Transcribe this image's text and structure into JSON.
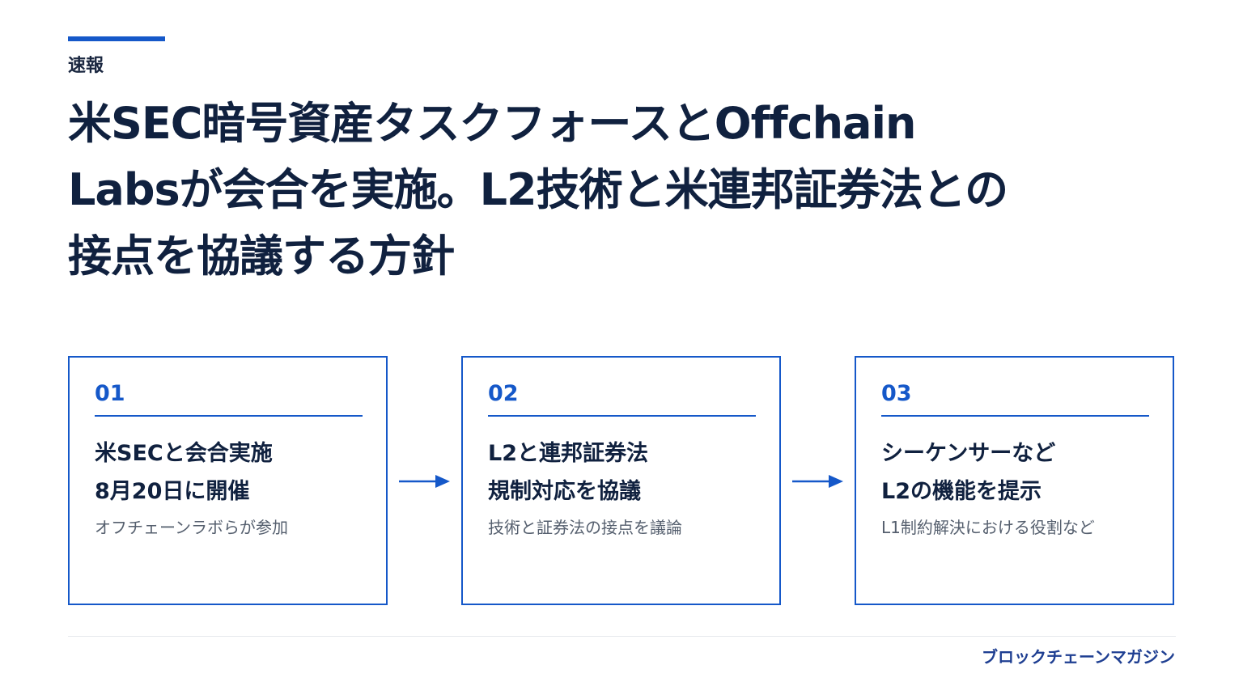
{
  "header": {
    "category": "速報",
    "headline": "米SEC暗号資産タスクフォースとOffchain Labsが会合を実施。L2技術と米連邦証券法との接点を協議する方針"
  },
  "steps": [
    {
      "number": "01",
      "title_line1": "米SECと会合実施",
      "title_line2": "8月20日に開催",
      "description": "オフチェーンラボらが参加"
    },
    {
      "number": "02",
      "title_line1": "L2と連邦証券法",
      "title_line2": "規制対応を協議",
      "description": "技術と証券法の接点を議論"
    },
    {
      "number": "03",
      "title_line1": "シーケンサーなど",
      "title_line2": "L2の機能を提示",
      "description": "L1制約解決における役割など"
    }
  ],
  "arrows": [
    {
      "icon": "arrow-right-icon"
    },
    {
      "icon": "arrow-right-icon"
    }
  ],
  "footer": {
    "brand": "ブロックチェーンマガジン"
  },
  "colors": {
    "accent": "#1558c9",
    "heading": "#10213f",
    "muted": "#555f6e",
    "brand": "#1f3f92"
  }
}
